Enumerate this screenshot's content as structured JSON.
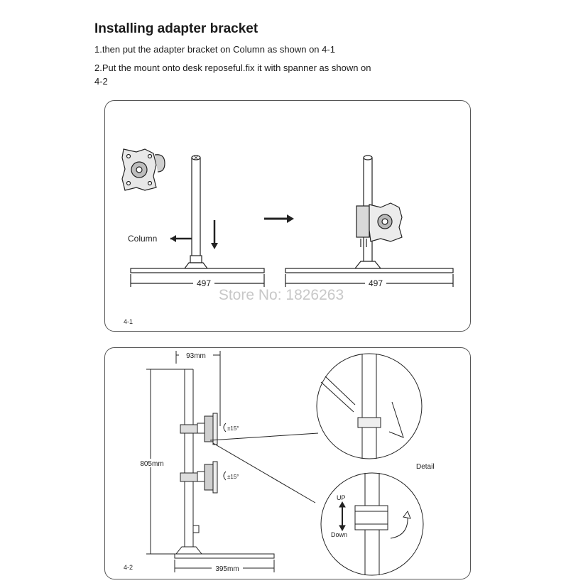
{
  "heading": "Installing adapter bracket",
  "steps": [
    "1.then put the adapter bracket on Column as shown on 4-1",
    "2.Put the mount onto desk reposeful.fix it with spanner as shown on 4-2"
  ],
  "figure_1": {
    "label": "4-1",
    "column_label": "Column",
    "width_left": "497",
    "width_right": "497",
    "watermark": "Store No: 1826263"
  },
  "figure_2": {
    "label": "4-2",
    "offset": "93mm",
    "height": "805mm",
    "base_width": "395mm",
    "tilt_top": "±15°",
    "tilt_bottom": "±15°",
    "detail_label": "Detail",
    "up_label": "UP",
    "down_label": "Down"
  }
}
